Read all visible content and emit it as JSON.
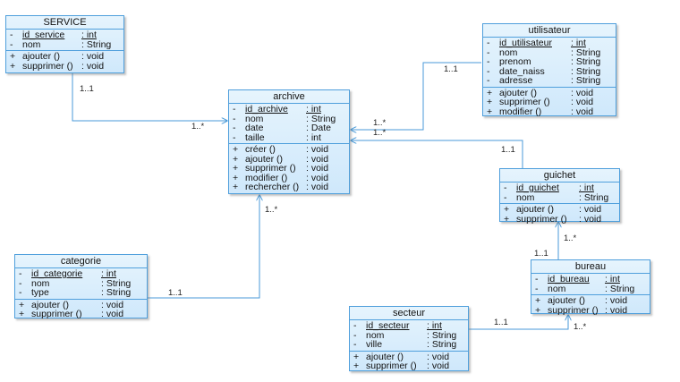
{
  "classes": {
    "service": {
      "title": "SERVICE",
      "attributes": [
        {
          "vis": "-",
          "name": "id_service",
          "type": ": int",
          "key": true
        },
        {
          "vis": "-",
          "name": "nom",
          "type": ": String",
          "key": false
        }
      ],
      "methods": [
        {
          "vis": "+",
          "name": "ajouter ()",
          "type": ": void"
        },
        {
          "vis": "+",
          "name": "supprimer ()",
          "type": ": void"
        }
      ]
    },
    "archive": {
      "title": "archive",
      "attributes": [
        {
          "vis": "-",
          "name": "id_archive",
          "type": ": int",
          "key": true
        },
        {
          "vis": "-",
          "name": "nom",
          "type": ": String",
          "key": false
        },
        {
          "vis": "-",
          "name": "date",
          "type": ": Date",
          "key": false
        },
        {
          "vis": "-",
          "name": "taille",
          "type": ": int",
          "key": false
        }
      ],
      "methods": [
        {
          "vis": "+",
          "name": "créer ()",
          "type": ": void"
        },
        {
          "vis": "+",
          "name": "ajouter ()",
          "type": ": void"
        },
        {
          "vis": "+",
          "name": "supprimer ()",
          "type": ": void"
        },
        {
          "vis": "+",
          "name": "modifier ()",
          "type": ": void"
        },
        {
          "vis": "+",
          "name": "rechercher ()",
          "type": ": void"
        }
      ]
    },
    "utilisateur": {
      "title": "utilisateur",
      "attributes": [
        {
          "vis": "-",
          "name": "id_utilisateur",
          "type": ": int",
          "key": true
        },
        {
          "vis": "-",
          "name": "nom",
          "type": ": String",
          "key": false
        },
        {
          "vis": "-",
          "name": "prenom",
          "type": ": String",
          "key": false
        },
        {
          "vis": "-",
          "name": "date_naiss",
          "type": ": String",
          "key": false
        },
        {
          "vis": "-",
          "name": "adresse",
          "type": ": String",
          "key": false
        }
      ],
      "methods": [
        {
          "vis": "+",
          "name": "ajouter ()",
          "type": ": void"
        },
        {
          "vis": "+",
          "name": "supprimer ()",
          "type": ": void"
        },
        {
          "vis": "+",
          "name": "modifier ()",
          "type": ": void"
        }
      ]
    },
    "guichet": {
      "title": "guichet",
      "attributes": [
        {
          "vis": "-",
          "name": "id_guichet",
          "type": ": int",
          "key": true
        },
        {
          "vis": "-",
          "name": "nom",
          "type": ": String",
          "key": false
        }
      ],
      "methods": [
        {
          "vis": "+",
          "name": "ajouter ()",
          "type": ": void"
        },
        {
          "vis": "+",
          "name": "supprimer ()",
          "type": ": void"
        }
      ]
    },
    "bureau": {
      "title": "bureau",
      "attributes": [
        {
          "vis": "-",
          "name": "id_bureau",
          "type": ": int",
          "key": true
        },
        {
          "vis": "-",
          "name": "nom",
          "type": ": String",
          "key": false
        }
      ],
      "methods": [
        {
          "vis": "+",
          "name": "ajouter ()",
          "type": ": void"
        },
        {
          "vis": "+",
          "name": "supprimer ()",
          "type": ": void"
        }
      ]
    },
    "categorie": {
      "title": "categorie",
      "attributes": [
        {
          "vis": "-",
          "name": "id_categorie",
          "type": ": int",
          "key": true
        },
        {
          "vis": "-",
          "name": "nom",
          "type": ": String",
          "key": false
        },
        {
          "vis": "-",
          "name": "type",
          "type": ": String",
          "key": false
        }
      ],
      "methods": [
        {
          "vis": "+",
          "name": "ajouter ()",
          "type": ": void"
        },
        {
          "vis": "+",
          "name": "supprimer ()",
          "type": ": void"
        }
      ]
    },
    "secteur": {
      "title": "secteur",
      "attributes": [
        {
          "vis": "-",
          "name": "id_secteur",
          "type": ": int",
          "key": true
        },
        {
          "vis": "-",
          "name": "nom",
          "type": ": String",
          "key": false
        },
        {
          "vis": "-",
          "name": "ville",
          "type": ": String",
          "key": false
        }
      ],
      "methods": [
        {
          "vis": "+",
          "name": "ajouter ()",
          "type": ": void"
        },
        {
          "vis": "+",
          "name": "supprimer ()",
          "type": ": void"
        }
      ]
    }
  },
  "multiplicities": {
    "service_end": "1..1",
    "archive_service_end": "1..*",
    "utilisateur_end": "1..1",
    "archive_utilisateur_end": "1..*",
    "archive_guichet_end": "1..*",
    "guichet_archive_end": "1..1",
    "archive_categorie_end": "1..*",
    "categorie_end": "1..1",
    "guichet_bureau_end": "1..*",
    "bureau_guichet_end": "1..1",
    "secteur_end": "1..1",
    "bureau_secteur_end": "1..*"
  },
  "colors": {
    "border": "#4f9fdc",
    "fill_top": "#e6f4fd",
    "fill_bottom": "#cfe8fb",
    "line": "#4a9ad8"
  }
}
